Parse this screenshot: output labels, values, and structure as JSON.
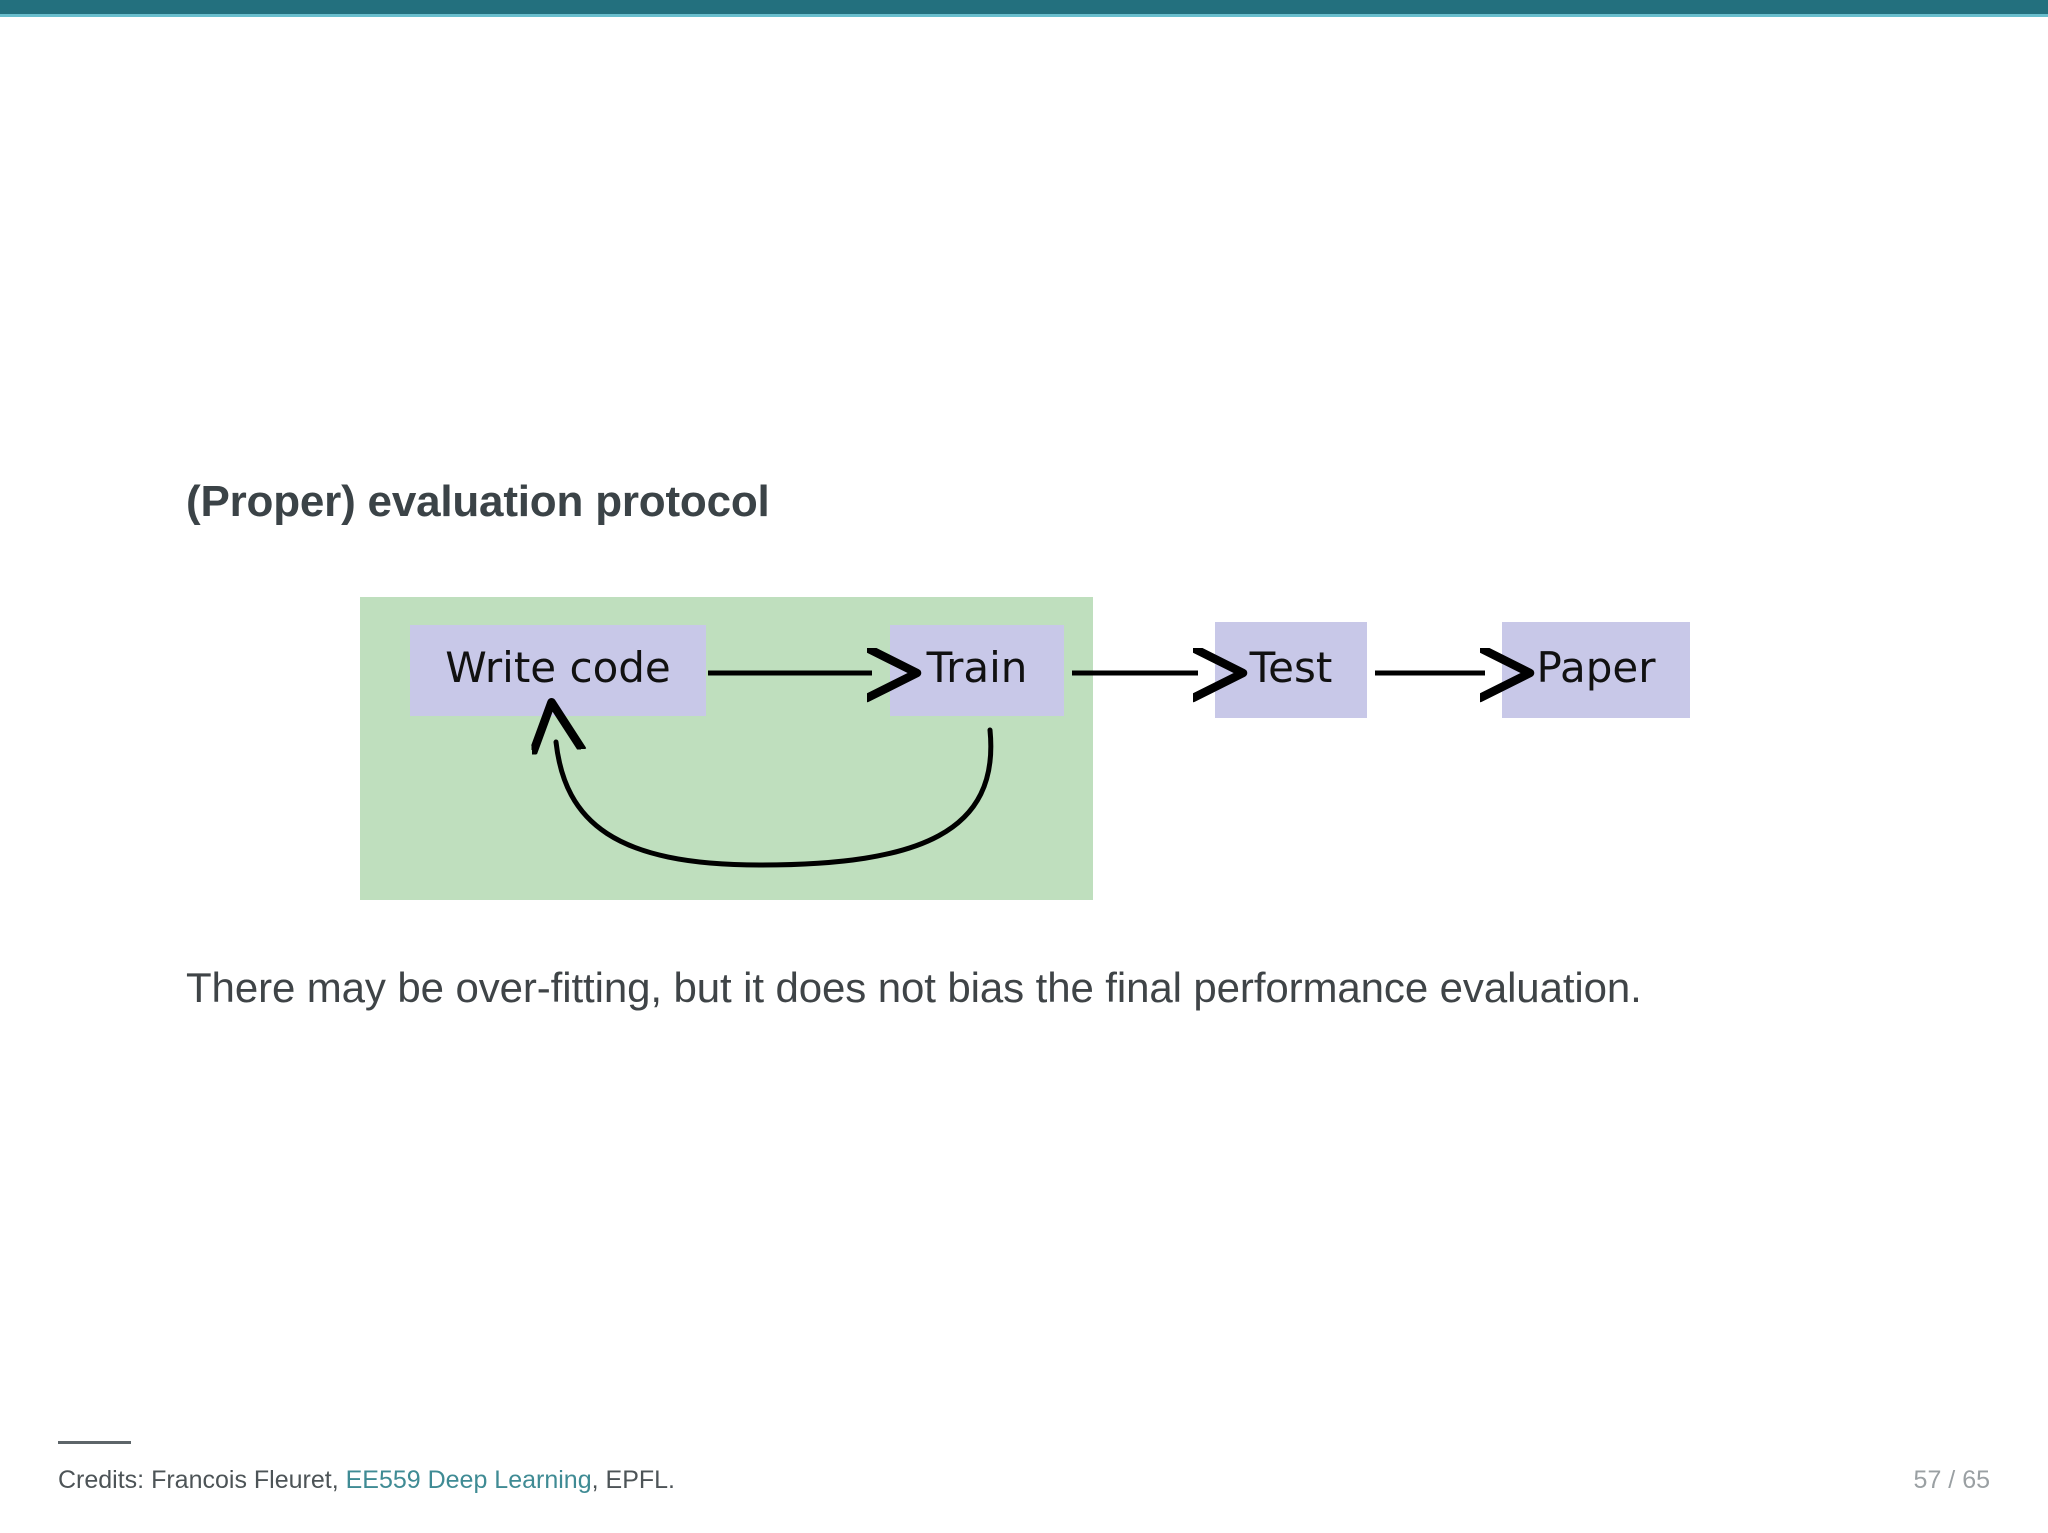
{
  "slide": {
    "title": "(Proper) evaluation protocol",
    "body_text": "There may be over-fitting, but it does not bias the final performance evaluation.",
    "page_number": "57 / 65"
  },
  "theme": {
    "top_bar_color": "#23707e",
    "top_bar_accent_color": "#4fb3c4",
    "link_color": "#3f8b94",
    "title_color": "#3b4347",
    "body_color": "#3f4447",
    "page_number_color": "#9aa0a3",
    "highlight_region_color": "#bfdfbe",
    "node_fill_color": "#c8c8e8",
    "node_text_color": "#111111",
    "arrow_color": "#000000"
  },
  "diagram": {
    "type": "flowchart",
    "highlight_region_label": "training-loop-region",
    "nodes": [
      {
        "id": "write-code",
        "label": "Write code",
        "in_highlight": true
      },
      {
        "id": "train",
        "label": "Train",
        "in_highlight": true
      },
      {
        "id": "test",
        "label": "Test",
        "in_highlight": false
      },
      {
        "id": "paper",
        "label": "Paper",
        "in_highlight": false
      }
    ],
    "edges": [
      {
        "from": "write-code",
        "to": "train",
        "style": "straight"
      },
      {
        "from": "train",
        "to": "test",
        "style": "straight"
      },
      {
        "from": "test",
        "to": "paper",
        "style": "straight"
      },
      {
        "from": "train",
        "to": "write-code",
        "style": "curved-feedback"
      }
    ]
  },
  "footer": {
    "credits_prefix": "Credits: Francois Fleuret, ",
    "credits_link": "EE559 Deep Learning",
    "credits_suffix": ", EPFL."
  }
}
